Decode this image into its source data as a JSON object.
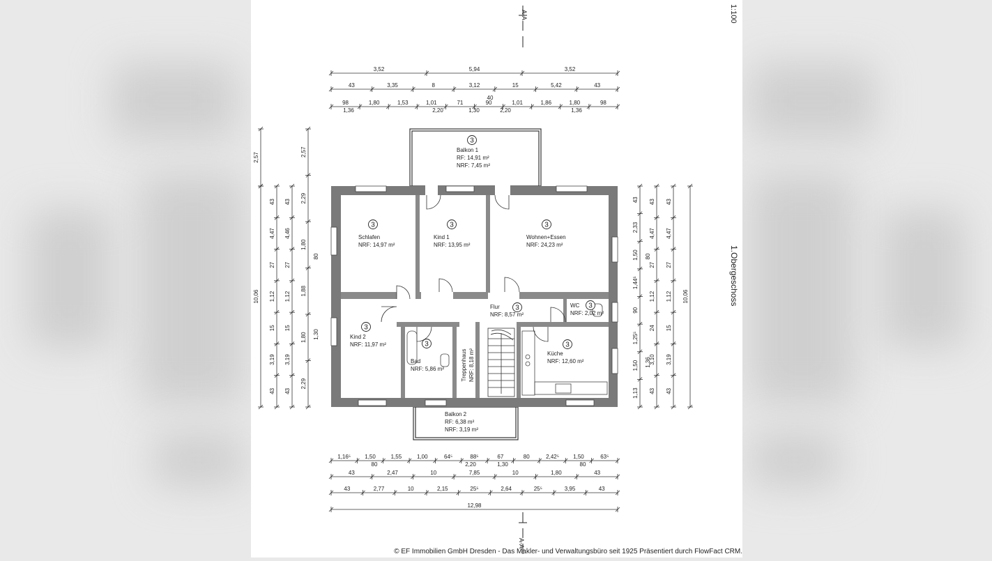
{
  "scale": "1:100",
  "floor_name": "1.Obergeschoss",
  "section_label": "A-A",
  "rooms": [
    {
      "id": "balkon1",
      "name": "Balkon 1",
      "lines": [
        "RF: 14,91 m²",
        "NRF: 7,45 m²"
      ],
      "number": "3"
    },
    {
      "id": "schlafen",
      "name": "Schlafen",
      "lines": [
        "NRF: 14,97 m²"
      ],
      "number": "3"
    },
    {
      "id": "kind1",
      "name": "Kind 1",
      "lines": [
        "NRF: 13,95 m²"
      ],
      "number": "3"
    },
    {
      "id": "wohnen",
      "name": "Wohnen+Essen",
      "lines": [
        "NRF: 24,23 m²"
      ],
      "number": "3"
    },
    {
      "id": "flur",
      "name": "Flur",
      "lines": [
        "NRF: 8,57 m²"
      ],
      "number": "3"
    },
    {
      "id": "wc",
      "name": "WC",
      "lines": [
        "NRF: 2,02 m²"
      ],
      "number": "3"
    },
    {
      "id": "kind2",
      "name": "Kind 2",
      "lines": [
        "NRF: 11,97 m²"
      ],
      "number": "3"
    },
    {
      "id": "bad",
      "name": "Bad",
      "lines": [
        "NRF: 5,86 m²"
      ],
      "number": "3"
    },
    {
      "id": "treppenhaus",
      "name": "Treppenhaus",
      "lines": [
        "NRF: 8,18 m²"
      ],
      "number": ""
    },
    {
      "id": "kueche",
      "name": "Küche",
      "lines": [
        "NRF: 12,60 m²"
      ],
      "number": "3"
    },
    {
      "id": "balkon2",
      "name": "Balkon 2",
      "lines": [
        "RF: 6,38 m²",
        "NRF: 3,19 m²"
      ],
      "number": ""
    }
  ],
  "dims_top": [
    [
      "3,52",
      "5,94",
      "3,52"
    ],
    [
      "43",
      "3,35",
      "8",
      "3,12",
      "15",
      "5,42",
      "43"
    ],
    [
      "98",
      "1,80",
      "1,53",
      "1,01",
      "71",
      "90",
      "1,01",
      "1,86",
      "1,80",
      "98"
    ]
  ],
  "dims_top_sub": [
    "1,36",
    "2,20",
    "1,30",
    "2,20",
    "1,36",
    "40"
  ],
  "dims_bottom": [
    [
      "1,16⁵",
      "1,50",
      "1,55",
      "1,00",
      "64⁵",
      "88⁵",
      "67",
      "80",
      "2,42⁵",
      "1,50",
      "63⁵"
    ],
    [
      "43",
      "2,47",
      "10",
      "7,85",
      "10",
      "1,80",
      "43"
    ],
    [
      "43",
      "2,77",
      "10",
      "2,15",
      "25⁵",
      "2,64",
      "25⁵",
      "3,95",
      "43"
    ],
    [
      "12,98"
    ]
  ],
  "dims_bottom_sub": [
    "80",
    "2,20",
    "1,30",
    "80"
  ],
  "dims_left": [
    [
      "2,57"
    ],
    [
      "10,06"
    ],
    [
      "43",
      "4,47",
      "27",
      "1,12",
      "15",
      "3,19",
      "43"
    ],
    [
      "43",
      "4,46",
      "27",
      "1,12",
      "15",
      "3,19",
      "43"
    ],
    [
      "2,57",
      "2,29",
      "1,80",
      "1,88",
      "1,80",
      "2,29"
    ],
    [
      "80",
      "1,30"
    ]
  ],
  "dims_right": [
    [
      "43",
      "2,33",
      "1,50",
      "1,44⁵",
      "90",
      "1,25⁵",
      "1,50",
      "1,13"
    ],
    [
      "80",
      "1,36"
    ],
    [
      "43",
      "4,47",
      "27",
      "1,12",
      "24",
      "3,10",
      "43"
    ],
    [
      "43",
      "4,47",
      "27",
      "1,12",
      "15",
      "3,19",
      "43"
    ],
    [
      "10,06"
    ]
  ],
  "copyright": "© EF Immobilien GmbH Dresden - Das Makler- und Verwaltungsbüro seit 1925 Präsentiert durch FlowFact CRM."
}
